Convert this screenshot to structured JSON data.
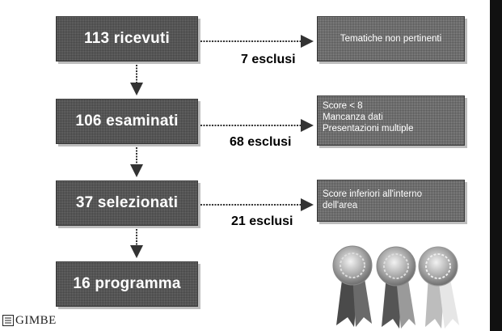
{
  "stages": [
    {
      "label": "113 ricevuti"
    },
    {
      "label": "106 esaminati"
    },
    {
      "label": "37 selezionati"
    },
    {
      "label": "16 programma"
    }
  ],
  "exclusions": [
    {
      "count": "7 esclusi",
      "reasons": [
        "Tematiche non pertinenti"
      ]
    },
    {
      "count": "68 esclusi",
      "reasons": [
        "Score < 8",
        "Mancanza dati",
        "Presentazioni multiple"
      ]
    },
    {
      "count": "21 esclusi",
      "reasons": [
        "Score inferiori all'interno",
        "dell'area"
      ]
    }
  ],
  "logo": {
    "text": "GIMBE",
    "icon": "gimbe-logo-icon"
  },
  "decoration": {
    "icon": "award-ribbons-icon"
  },
  "colors": {
    "box": "#6b6b6b",
    "reason_box": "#8a8a8a",
    "text_on_box": "#ffffff"
  }
}
